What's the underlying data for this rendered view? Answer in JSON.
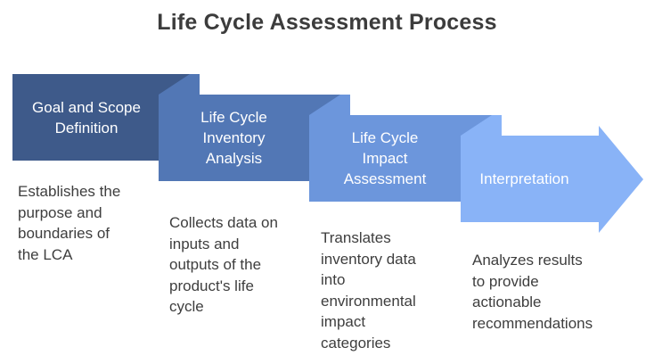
{
  "title": "Life Cycle Assessment Process",
  "colors": {
    "background": "#FFFFFF",
    "title_text": "#3C3C3C",
    "body_text": "#3E3E3E",
    "step_label_text": "#FFFFFF"
  },
  "steps": [
    {
      "name": "goal-and-scope-definition",
      "color": "#3E5A8A",
      "title_lines": [
        "Goal and Scope",
        "Definition"
      ],
      "description": "Establishes the purpose and boundaries of the LCA"
    },
    {
      "name": "life-cycle-inventory-analysis",
      "color": "#5277B5",
      "title_lines": [
        "Life Cycle",
        "Inventory",
        "Analysis"
      ],
      "description": "Collects data on inputs and outputs of the product's life cycle"
    },
    {
      "name": "life-cycle-impact-assessment",
      "color": "#6C96DC",
      "title_lines": [
        "Life Cycle",
        "Impact",
        "Assessment"
      ],
      "description": "Translates inventory data into environmental impact categories"
    },
    {
      "name": "interpretation",
      "color": "#89B3F7",
      "title_lines": [
        "Interpretation"
      ],
      "description": "Analyzes results to provide actionable recommendations"
    }
  ]
}
